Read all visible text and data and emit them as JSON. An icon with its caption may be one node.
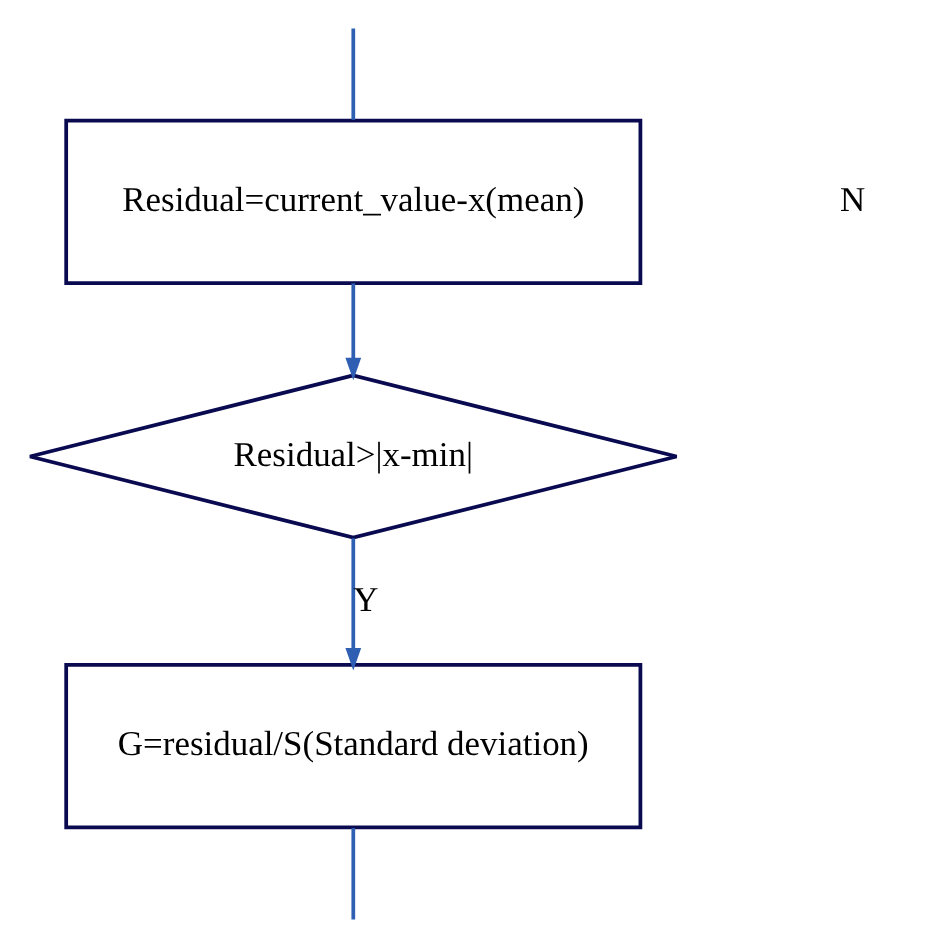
{
  "diagram": {
    "nodes": [
      {
        "text": [
          "Residual=current_value-x(mean)"
        ]
      },
      {
        "text": [
          "Residual>|x-min|"
        ]
      },
      {
        "text": [
          "G=residual/S(Standard deviation)"
        ]
      }
    ],
    "edges": [
      {
        "from": null,
        "to": 0,
        "arrow": "none"
      },
      {
        "from": 0,
        "to": 1,
        "arrow": "to"
      },
      {
        "from": 1,
        "to": 2,
        "arrow": "to",
        "label": "Y"
      },
      {
        "from": 2,
        "to": null,
        "arrow": "none"
      }
    ],
    "labels": [
      "N"
    ]
  }
}
